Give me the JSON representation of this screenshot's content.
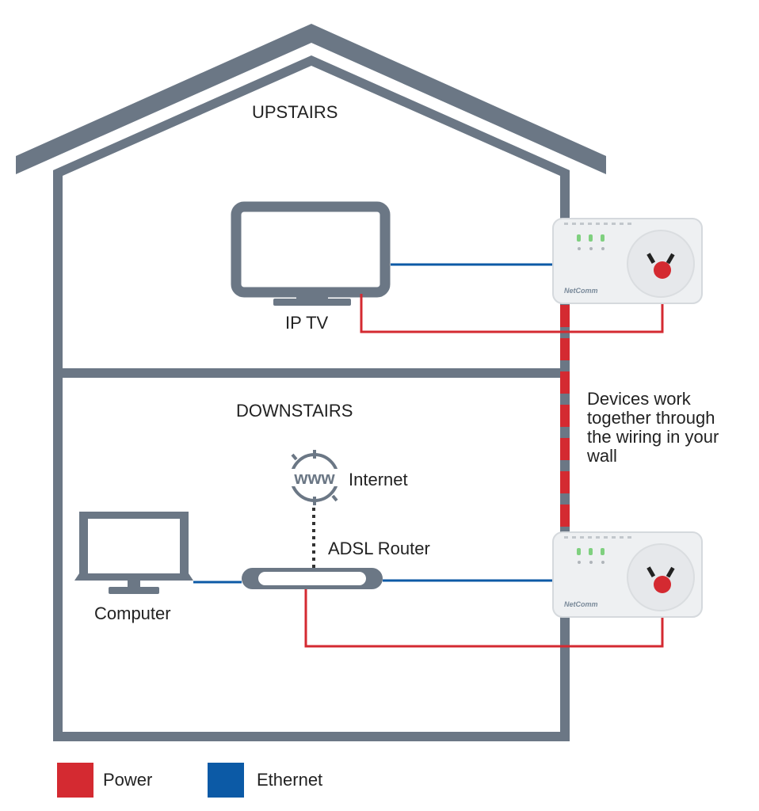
{
  "labels": {
    "upstairs": "UPSTAIRS",
    "downstairs": "DOWNSTAIRS",
    "ip_tv": "IP TV",
    "computer": "Computer",
    "internet": "Internet",
    "adsl_router": "ADSL Router",
    "www": "www",
    "brand": "NetComm"
  },
  "note": {
    "lines": [
      "Devices work",
      "together through",
      "the wiring in your",
      "wall"
    ]
  },
  "legend": {
    "items": [
      {
        "label": "Power",
        "color": "#d42a31"
      },
      {
        "label": "Ethernet",
        "color": "#0c5aa6"
      }
    ]
  },
  "colors": {
    "house": "#6b7785",
    "power": "#d42a31",
    "ethernet": "#0c5aa6",
    "adapter_body": "#eef0f2",
    "led": "#7fd07f"
  },
  "icons": [
    "house-outline",
    "tv-icon",
    "computer-icon",
    "router-icon",
    "www-globe-icon",
    "powerline-adapter-icon"
  ]
}
